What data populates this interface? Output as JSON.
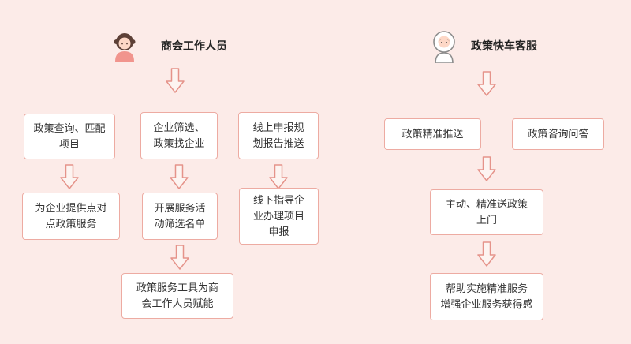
{
  "canvas": {
    "background": "#fcebe8",
    "box_border": "#edaba2",
    "arrow_stroke": "#e5938a",
    "text_color": "#333333"
  },
  "left": {
    "title": "商会工作人员",
    "icon": "chamber-staff-icon",
    "boxes": {
      "query": "政策查询、匹配\n项目",
      "screen": "企业筛选、\n政策找企业",
      "online_push": "线上申报规\n划报告推送",
      "p2p_service": "为企业提供点对\n点政策服务",
      "activity_list": "开展服务活\n动筛选名单",
      "offline_guide": "线下指导企\n业办理项目\n申报",
      "empower": "政策服务工具为商\n会工作人员赋能"
    }
  },
  "right": {
    "title": "政策快车客服",
    "icon": "service-agent-icon",
    "boxes": {
      "precise_push": "政策精准推送",
      "qa": "政策咨询问答",
      "door_delivery": "主动、精准送政策\n上门",
      "gain": "帮助实施精准服务\n增强企业服务获得感"
    }
  }
}
